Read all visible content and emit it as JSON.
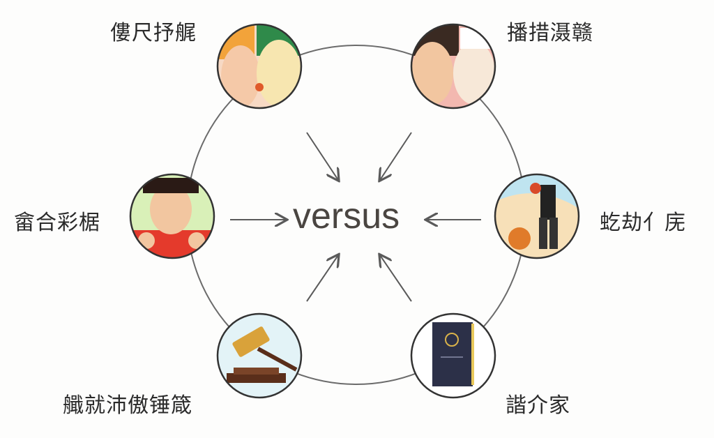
{
  "center_label": "versus",
  "nodes": [
    {
      "label": "僂尺抒艉",
      "icon": "two-faces-confrontation-icon"
    },
    {
      "label": "播措滠赣",
      "icon": "two-faces-arguing-icon"
    },
    {
      "label": "畲合彩椐",
      "icon": "angry-person-fists-icon"
    },
    {
      "label": "虼劫亻庑",
      "icon": "boxer-basketball-icon"
    },
    {
      "label": "艥就沛傲锤箴",
      "icon": "gavel-icon"
    },
    {
      "label": "諧介家",
      "icon": "book-icon"
    }
  ],
  "colors": {
    "line": "#6b6b6b",
    "arrow": "#5a5a5a",
    "text": "#2a2a2a"
  }
}
